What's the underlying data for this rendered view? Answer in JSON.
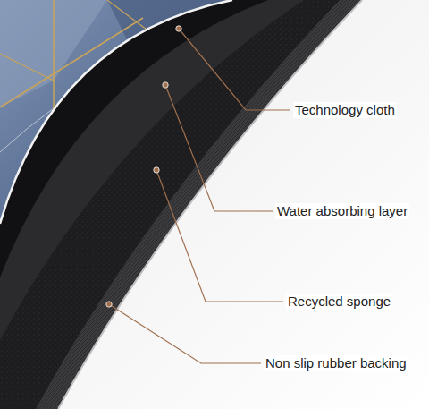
{
  "diagram": {
    "labels": [
      "Technology cloth",
      "Water absorbing layer",
      "Recycled sponge",
      "Non slip rubber backing"
    ]
  }
}
